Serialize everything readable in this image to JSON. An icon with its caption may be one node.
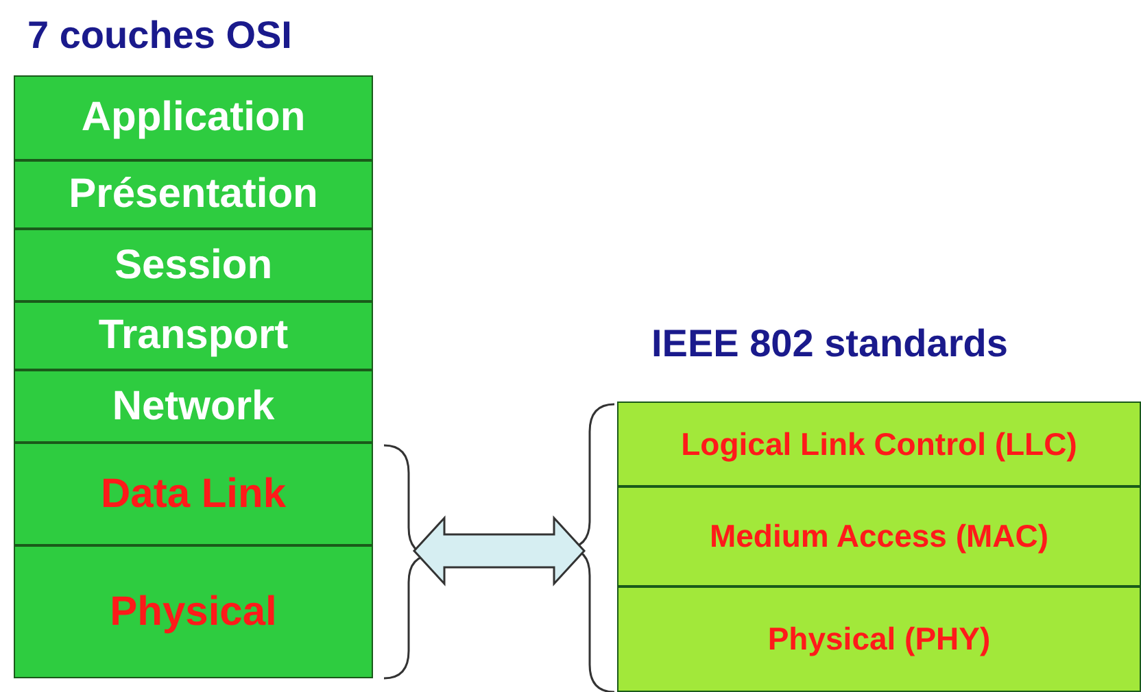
{
  "diagram": {
    "nodes": [
      {
        "text": [
          "7 couches OSI"
        ]
      },
      {
        "text": [
          "Application"
        ],
        "in": 0
      },
      {
        "text": [
          "Présentation"
        ],
        "in": 0
      },
      {
        "text": [
          "Session"
        ],
        "in": 0
      },
      {
        "text": [
          "Transport"
        ],
        "in": 0
      },
      {
        "text": [
          "Network"
        ],
        "in": 0
      },
      {
        "text": [
          "Data Link"
        ],
        "in": 0
      },
      {
        "text": [
          "Physical"
        ],
        "in": 0
      },
      {
        "text": [
          "IEEE 802 standards"
        ]
      },
      {
        "text": [
          "Logical Link Control (LLC)"
        ],
        "in": 8
      },
      {
        "text": [
          "Medium Access (MAC)"
        ],
        "in": 8
      },
      {
        "text": [
          "Physical (PHY)"
        ],
        "in": 8
      }
    ],
    "edges": [
      {
        "from": 0,
        "to": 8,
        "arrow": "both"
      }
    ]
  }
}
